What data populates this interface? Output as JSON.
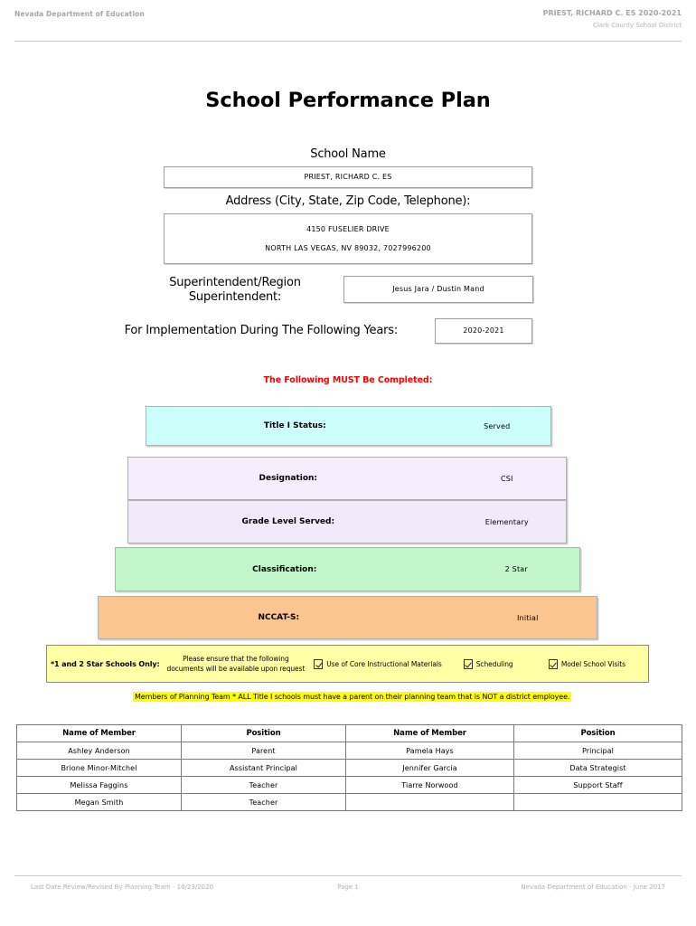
{
  "header": {
    "left": "Nevada Department of Education",
    "right_line1": "PRIEST, RICHARD C. ES  2020-2021",
    "right_line2": "Clark County School District"
  },
  "title": "School Performance Plan",
  "fields": {
    "school_name_label": "School Name",
    "school_name_value": "PRIEST, RICHARD C. ES",
    "address_label": "Address (City, State, Zip Code, Telephone):",
    "address_line1": "4150 FUSELIER DRIVE",
    "address_line2": "NORTH LAS VEGAS, NV  89032, 7027996200",
    "superintendent_label_line1": "Superintendent/Region",
    "superintendent_label_line2": "Superintendent:",
    "superintendent_value": "Jesus Jara / Dustin Mand",
    "years_label": "For Implementation During The Following Years:",
    "years_value": "2020-2021"
  },
  "red_notice": "The Following MUST Be Completed:",
  "bands": [
    {
      "label": "Title I Status:",
      "value": "Served",
      "color": "#ccfffb"
    },
    {
      "label": "Designation:",
      "value": "CSI",
      "color": "#f6eefc"
    },
    {
      "label": "Grade Level Served:",
      "value": "Elementary",
      "color": "#f2e9fb"
    },
    {
      "label": "Classification:",
      "value": "2 Star",
      "color": "#c3f5cb"
    },
    {
      "label": "NCCAT-S:",
      "value": "Initial",
      "color": "#fbc590"
    }
  ],
  "star_strip": {
    "title": "*1 and 2 Star Schools Only:",
    "note_line1": "Please ensure that the following",
    "note_line2": "documents will be available upon request",
    "checkboxes": [
      {
        "label": "Use of Core Instructional Materials",
        "checked": true
      },
      {
        "label": "Scheduling",
        "checked": true
      },
      {
        "label": "Model School Visits",
        "checked": true
      }
    ],
    "background": "#ffffa6"
  },
  "planning_note": "Members of Planning Team * ALL Title I schools must have a parent on their planning team that is NOT a district employee.",
  "team_table": {
    "headers": [
      "Name of Member",
      "Position",
      "Name of Member",
      "Position"
    ],
    "rows": [
      [
        "Ashley Anderson",
        "Parent",
        "Pamela Hays",
        "Principal"
      ],
      [
        "Brione Minor-Mitchel",
        "Assistant Principal",
        "Jennifer Garcia",
        "Data Strategist"
      ],
      [
        "Melissa Faggins",
        "Teacher",
        "Tiarre Norwood",
        "Support Staff"
      ],
      [
        "Megan Smith",
        "Teacher",
        "",
        ""
      ]
    ]
  },
  "footer": {
    "left": "Last Date Review/Revised By Planning Team - 10/23/2020",
    "center": "Page 1",
    "right": "Nevada Department of Education - June 2017"
  }
}
